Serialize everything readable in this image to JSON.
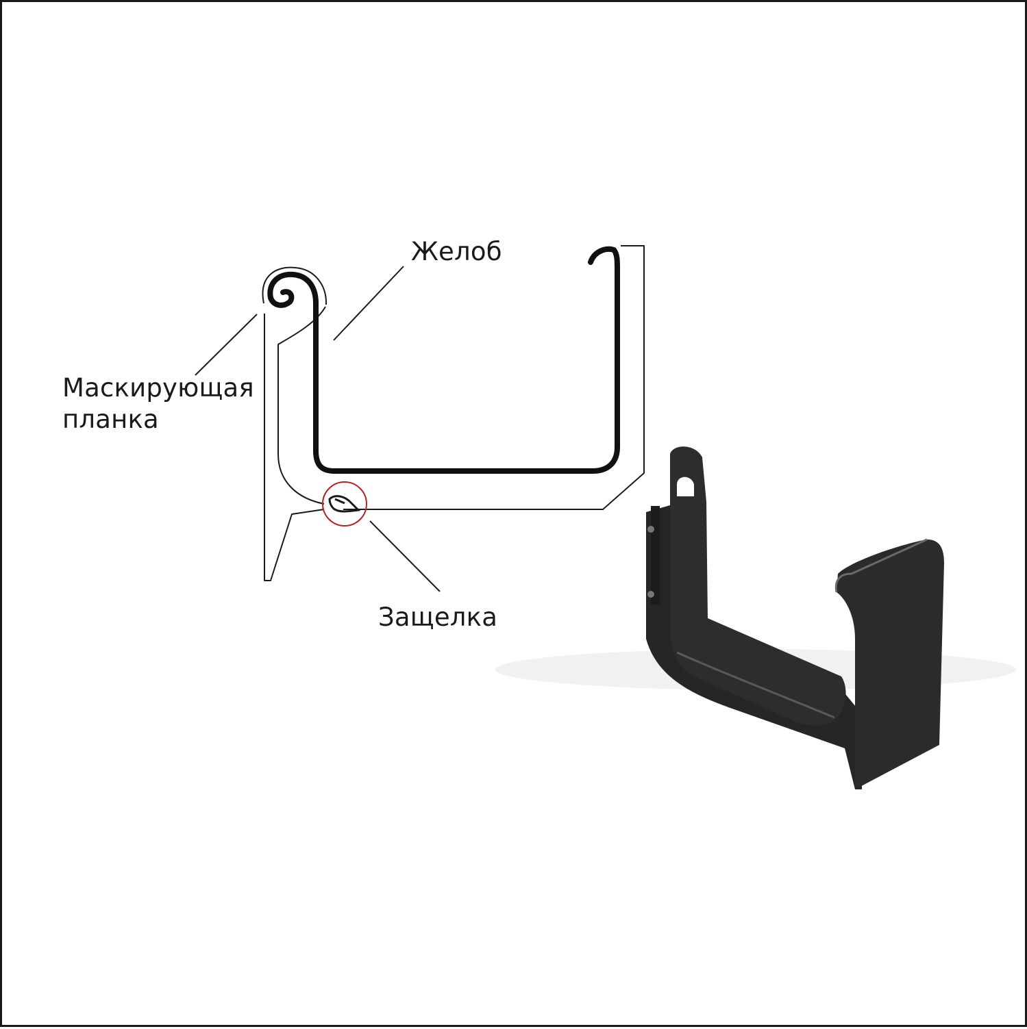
{
  "labels": {
    "gutter": "Желоб",
    "masking_strip_line1": "Маскирующая",
    "masking_strip_line2": "планка",
    "latch": "Защелка"
  },
  "colors": {
    "outline": "#1a1a1a",
    "latch_highlight": "#b22222",
    "product_body": "#2a2a2a",
    "background": "#ffffff"
  }
}
